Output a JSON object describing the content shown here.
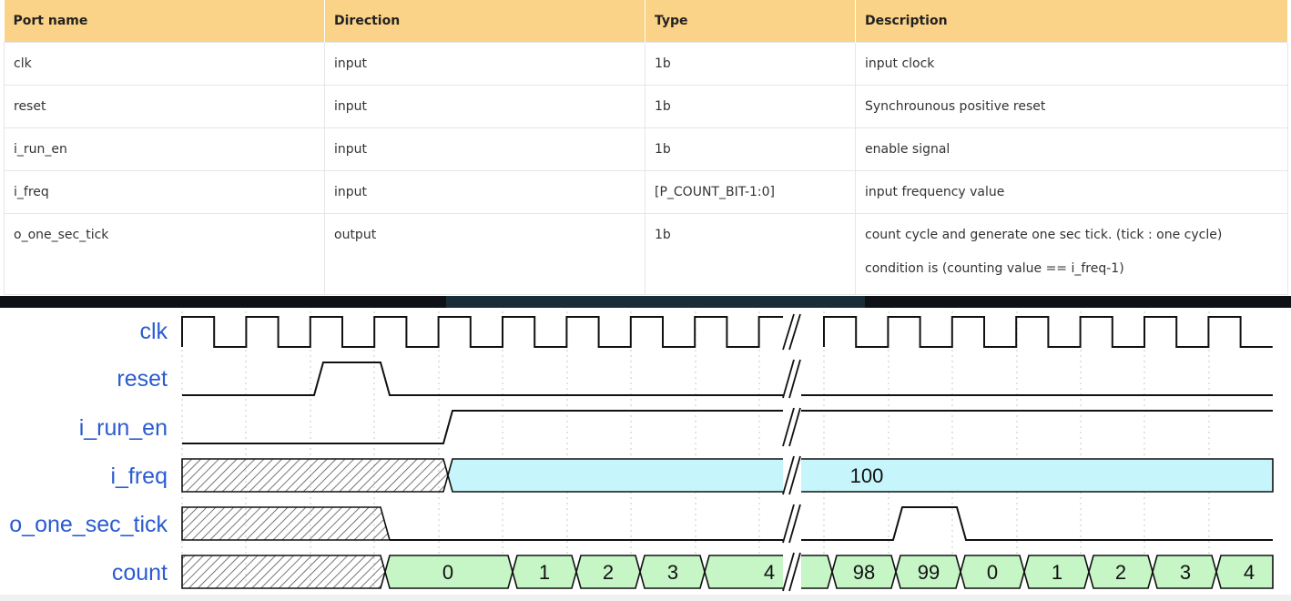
{
  "table": {
    "headers": [
      "Port name",
      "Direction",
      "Type",
      "Description"
    ],
    "rows": [
      {
        "port": "clk",
        "direction": "input",
        "type": "1b",
        "description": "input clock"
      },
      {
        "port": "reset",
        "direction": "input",
        "type": "1b",
        "description": "Synchrounous positive reset"
      },
      {
        "port": "i_run_en",
        "direction": "input",
        "type": "1b",
        "description": "enable signal"
      },
      {
        "port": "i_freq",
        "direction": "input",
        "type": "[P_COUNT_BIT-1:0]",
        "description": "input frequency value"
      },
      {
        "port": "o_one_sec_tick",
        "direction": "output",
        "type": "1b",
        "description": "count cycle and generate one sec tick. (tick : one cycle)",
        "description_line2": "condition is (counting value == i_freq-1)"
      }
    ]
  },
  "timing": {
    "signals": [
      "clk",
      "reset",
      "i_run_en",
      "i_freq",
      "o_one_sec_tick",
      "count"
    ],
    "i_freq_value": "100",
    "count_values_before_break": [
      "0",
      "1",
      "2",
      "3",
      "4"
    ],
    "count_values_after_break": [
      "98",
      "99",
      "0",
      "1",
      "2",
      "3",
      "4"
    ],
    "colors": {
      "label": "#2a5bd0",
      "i_freq_fill": "#c6f5fb",
      "count_fill": "#c6f5c6",
      "hatch": "#555555",
      "wave": "#111111",
      "grid": "#c8c8c8"
    }
  }
}
